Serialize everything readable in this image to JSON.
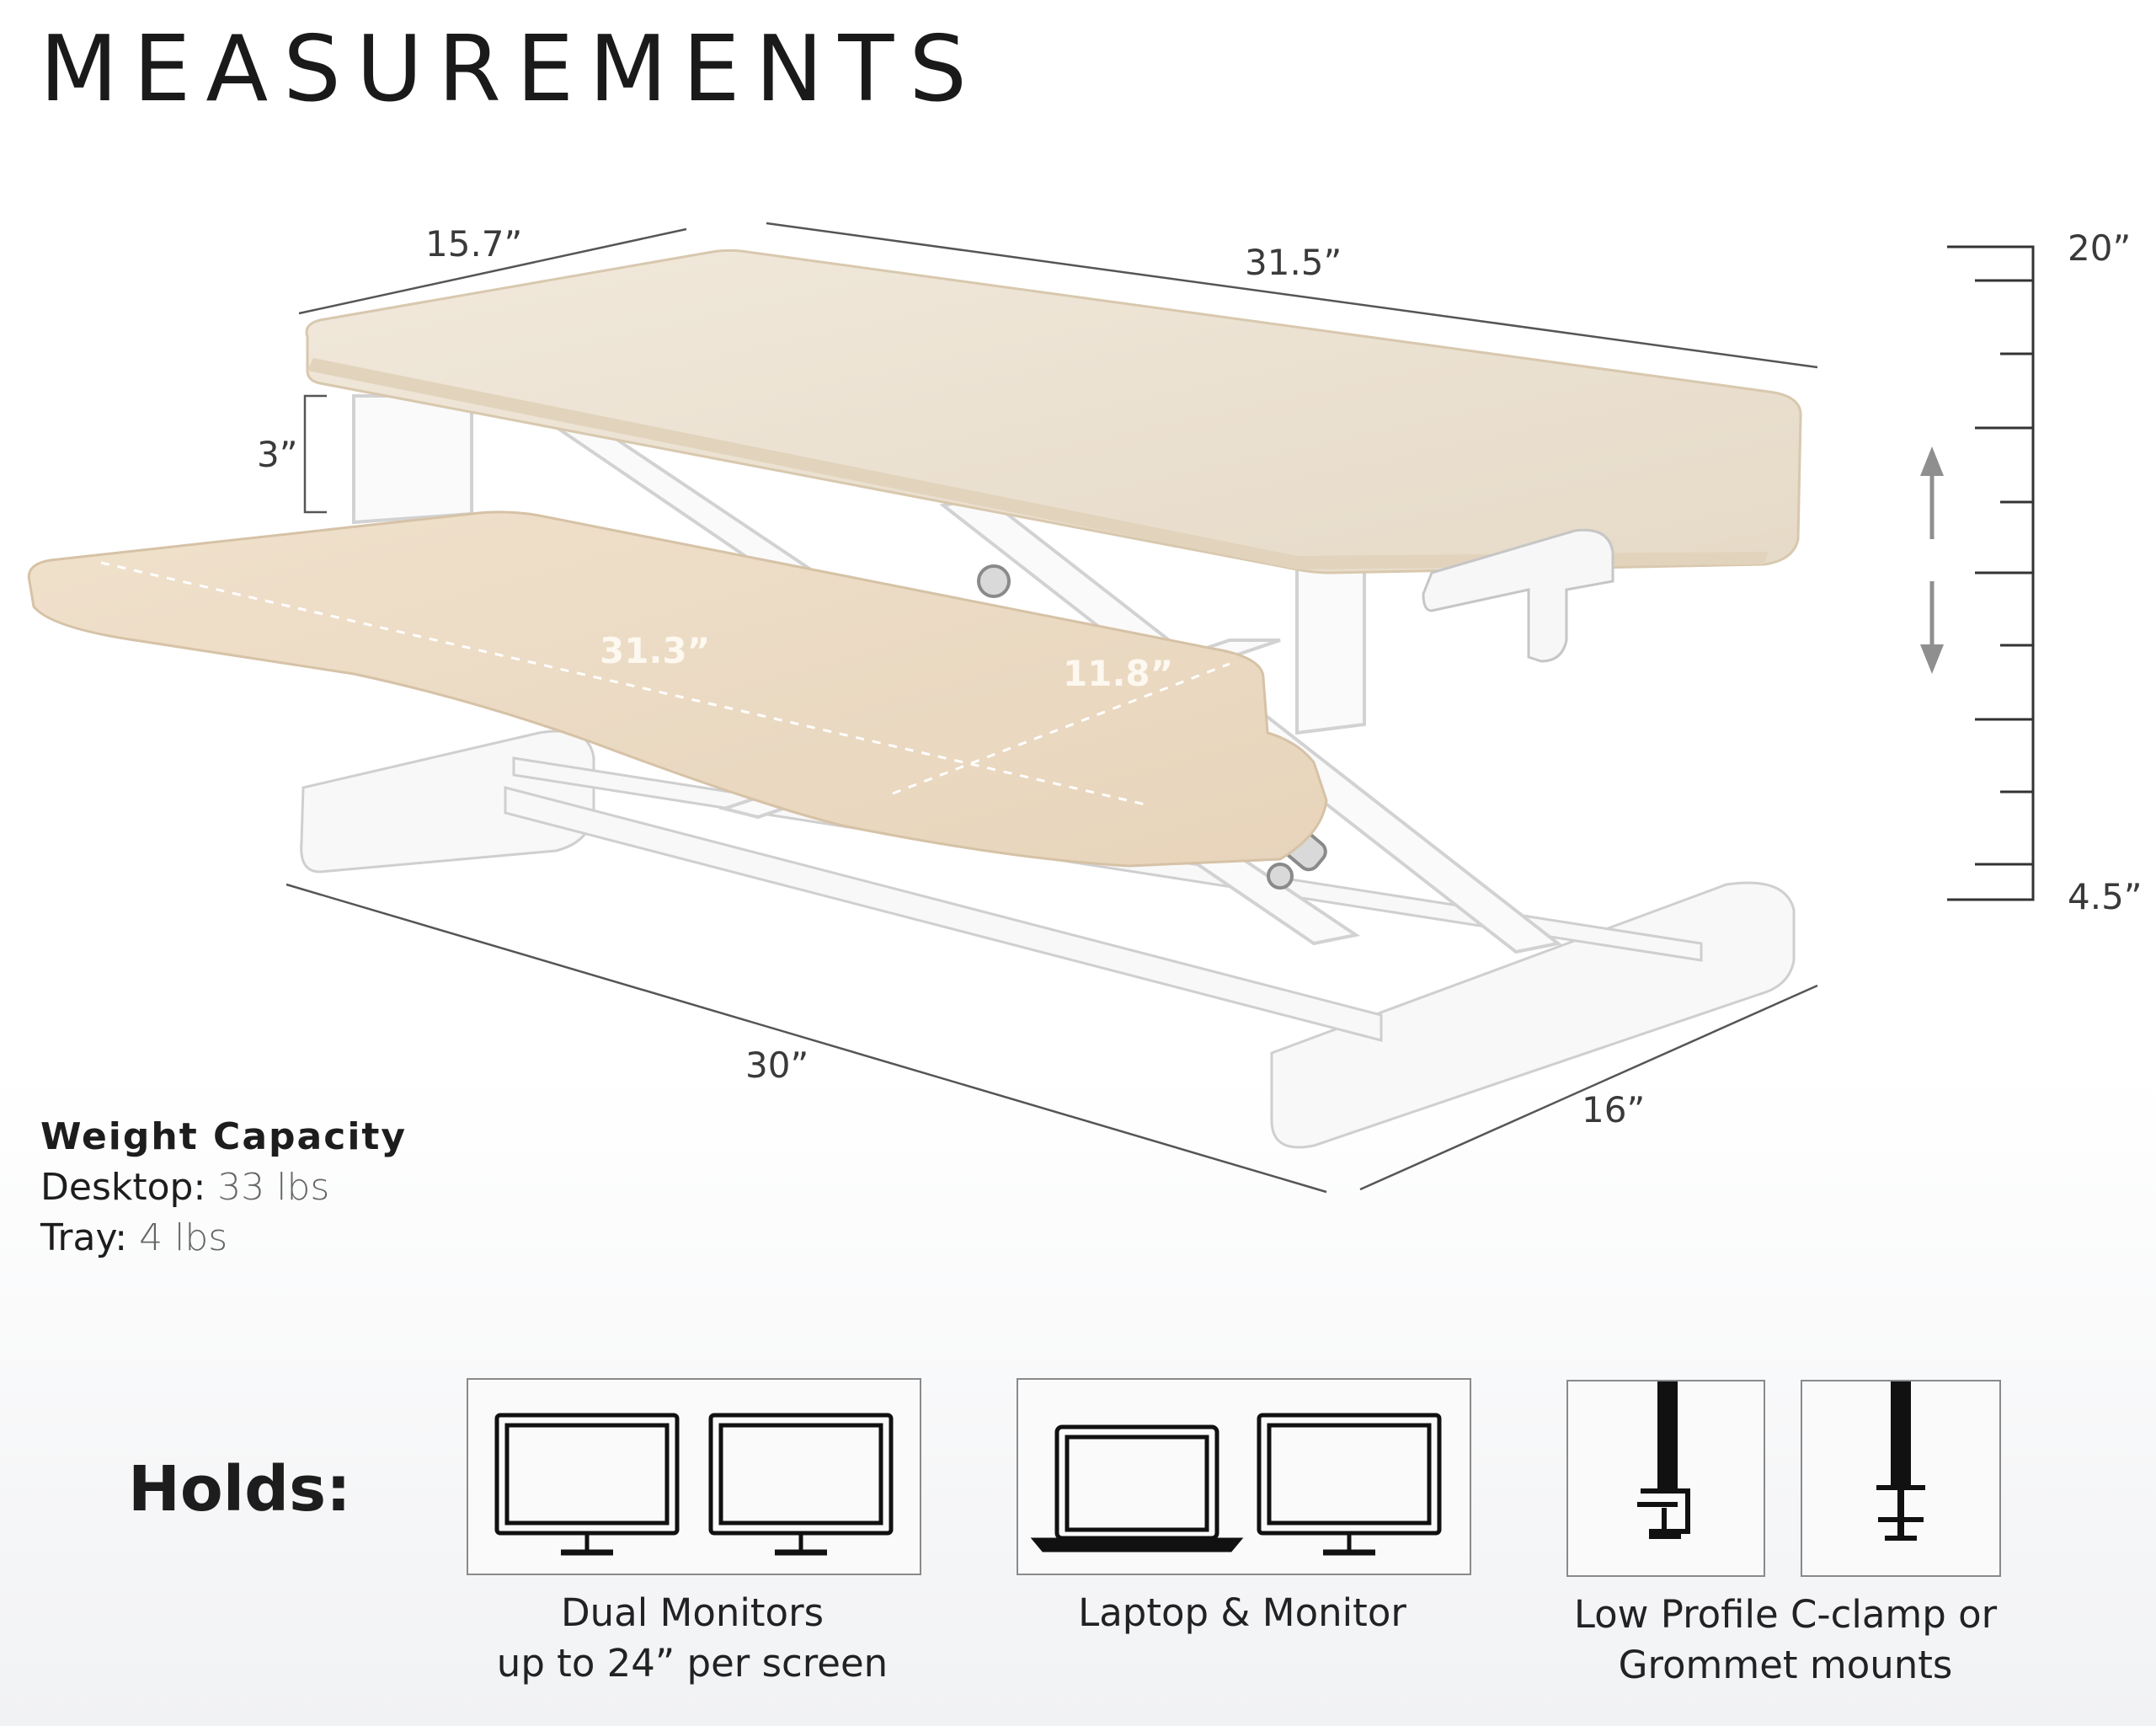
{
  "header": {
    "title": "MEASUREMENTS"
  },
  "dimensions": {
    "top_depth": "15.7”",
    "top_width": "31.5”",
    "riser_gap": "3”",
    "tray_width": "31.3”",
    "tray_depth": "11.8”",
    "base_width": "30”",
    "base_depth": "16”",
    "height_max": "20”",
    "height_min": "4.5”"
  },
  "weight_capacity": {
    "heading": "Weight Capacity",
    "desktop_label": "Desktop:",
    "desktop_value": "33 lbs",
    "tray_label": "Tray:",
    "tray_value": "4 lbs"
  },
  "holds": {
    "label": "Holds:",
    "options": [
      {
        "caption_line1": "Dual Monitors",
        "caption_line2": "up to 24” per screen",
        "icons": [
          "monitor-icon",
          "monitor-icon"
        ]
      },
      {
        "caption_line1": "Laptop & Monitor",
        "caption_line2": "",
        "icons": [
          "laptop-icon",
          "monitor-icon"
        ]
      },
      {
        "caption_line1": "Low Profile C-clamp or",
        "caption_line2": "Grommet mounts",
        "icons": [
          "c-clamp-icon",
          "grommet-mount-icon"
        ]
      }
    ]
  },
  "colors": {
    "wood": "#ece0cf",
    "wood_edge": "#dccbb2",
    "frame": "#f7f7f7",
    "frame_line": "#c9c9c9",
    "dimension_line": "#555555"
  }
}
